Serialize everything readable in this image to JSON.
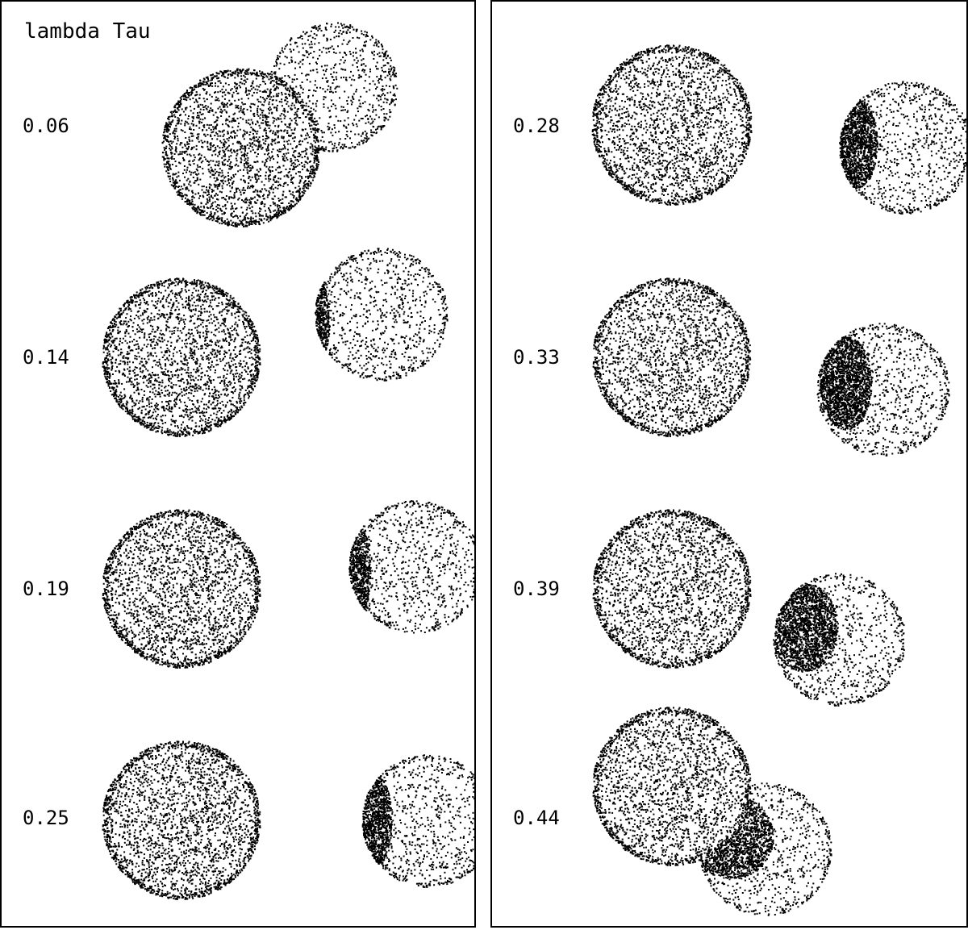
{
  "title": "lambda Tau",
  "ink_color": "#000000",
  "panels": [
    {
      "phases": [
        "0.06",
        "0.14",
        "0.19",
        "0.25"
      ]
    },
    {
      "phases": [
        "0.28",
        "0.33",
        "0.39",
        "0.44"
      ]
    }
  ]
}
